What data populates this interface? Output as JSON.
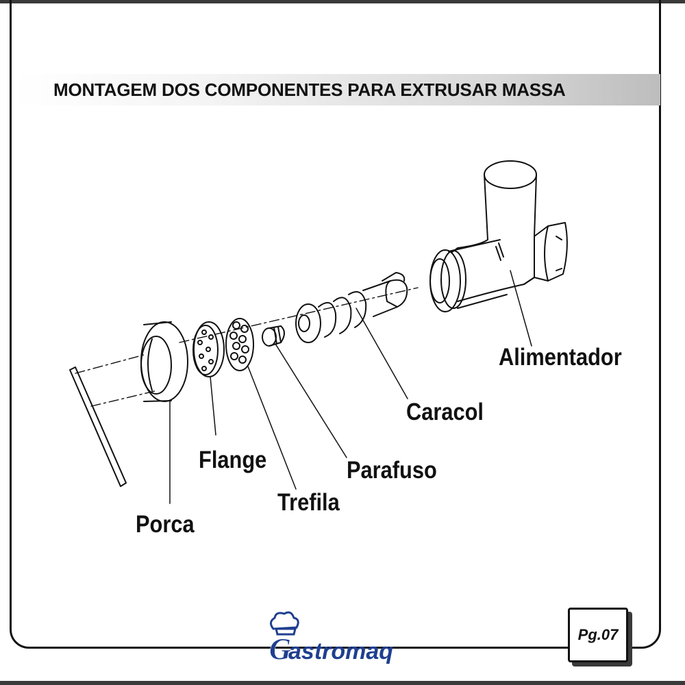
{
  "title": "MONTAGEM DOS COMPONENTES PARA EXTRUSAR MASSA",
  "parts": {
    "alimentador": "Alimentador",
    "caracol": "Caracol",
    "parafuso": "Parafuso",
    "trefila": "Trefila",
    "flange": "Flange",
    "porca": "Porca"
  },
  "brand": "Gastromaq",
  "page_number": "Pg.07",
  "colors": {
    "frame": "#111111",
    "brand_blue": "#1f3f8f",
    "title_band_end": "#bdbdbd"
  }
}
